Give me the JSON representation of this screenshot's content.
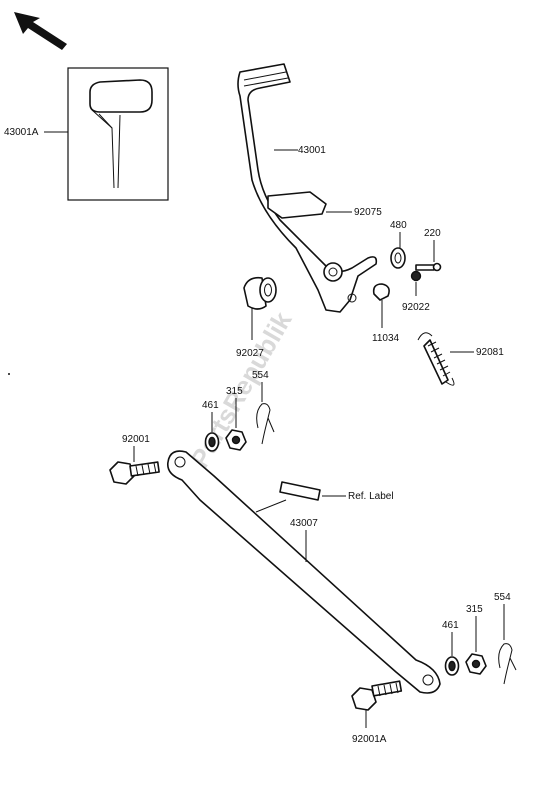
{
  "labels": {
    "inset_part": "43001A",
    "brake_pedal": "43001",
    "pedal_pad": "92075",
    "washer_480": "480",
    "bolt_220": "220",
    "bushing_92022": "92022",
    "return_spring": "92081",
    "plate_11034": "11034",
    "bushing_92027": "92027",
    "cotter_pin_upper": "554",
    "nut_upper": "315",
    "washer_upper": "461",
    "bolt_upper": "92001",
    "ref_label": "Ref. Label",
    "brake_rod": "43007",
    "cotter_pin_lower": "554",
    "nut_lower": "315",
    "washer_lower": "461",
    "bolt_lower": "92001A"
  },
  "watermark": "PartsRepublik",
  "icons": {
    "front_arrow": "arrow-up-left-icon"
  }
}
